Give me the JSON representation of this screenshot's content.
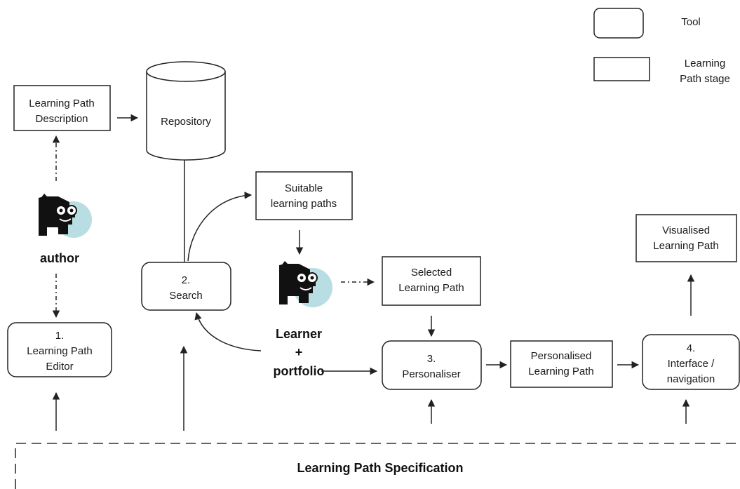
{
  "legend": {
    "tool_label": "Tool",
    "stage_label_line1": "Learning",
    "stage_label_line2": "Path stage"
  },
  "nodes": {
    "lp_description": {
      "line1": "Learning Path",
      "line2": "Description"
    },
    "repository": {
      "label": "Repository"
    },
    "author": {
      "label": "author"
    },
    "lp_editor": {
      "line1": "1.",
      "line2": "Learning Path",
      "line3": "Editor"
    },
    "search": {
      "line1": "2.",
      "line2": "Search"
    },
    "suitable_paths": {
      "line1": "Suitable",
      "line2": "learning paths"
    },
    "learner": {
      "line1": "Learner",
      "line2": "+",
      "line3": "portfolio"
    },
    "selected_path": {
      "line1": "Selected",
      "line2": "Learning Path"
    },
    "personaliser": {
      "line1": "3.",
      "line2": "Personaliser"
    },
    "personalised_path": {
      "line1": "Personalised",
      "line2": "Learning Path"
    },
    "interface": {
      "line1": "4.",
      "line2": "Interface /",
      "line3": "navigation"
    },
    "visualised_path": {
      "line1": "Visualised",
      "line2": "Learning Path"
    }
  },
  "specification": {
    "label": "Learning Path Specification"
  },
  "icons": {
    "author_icon": "person-with-glasses-icon",
    "learner_icon": "person-with-glasses-icon"
  },
  "colors": {
    "icon_circle": "#b8dde3",
    "icon_figure": "#111111",
    "stroke": "#222222"
  }
}
